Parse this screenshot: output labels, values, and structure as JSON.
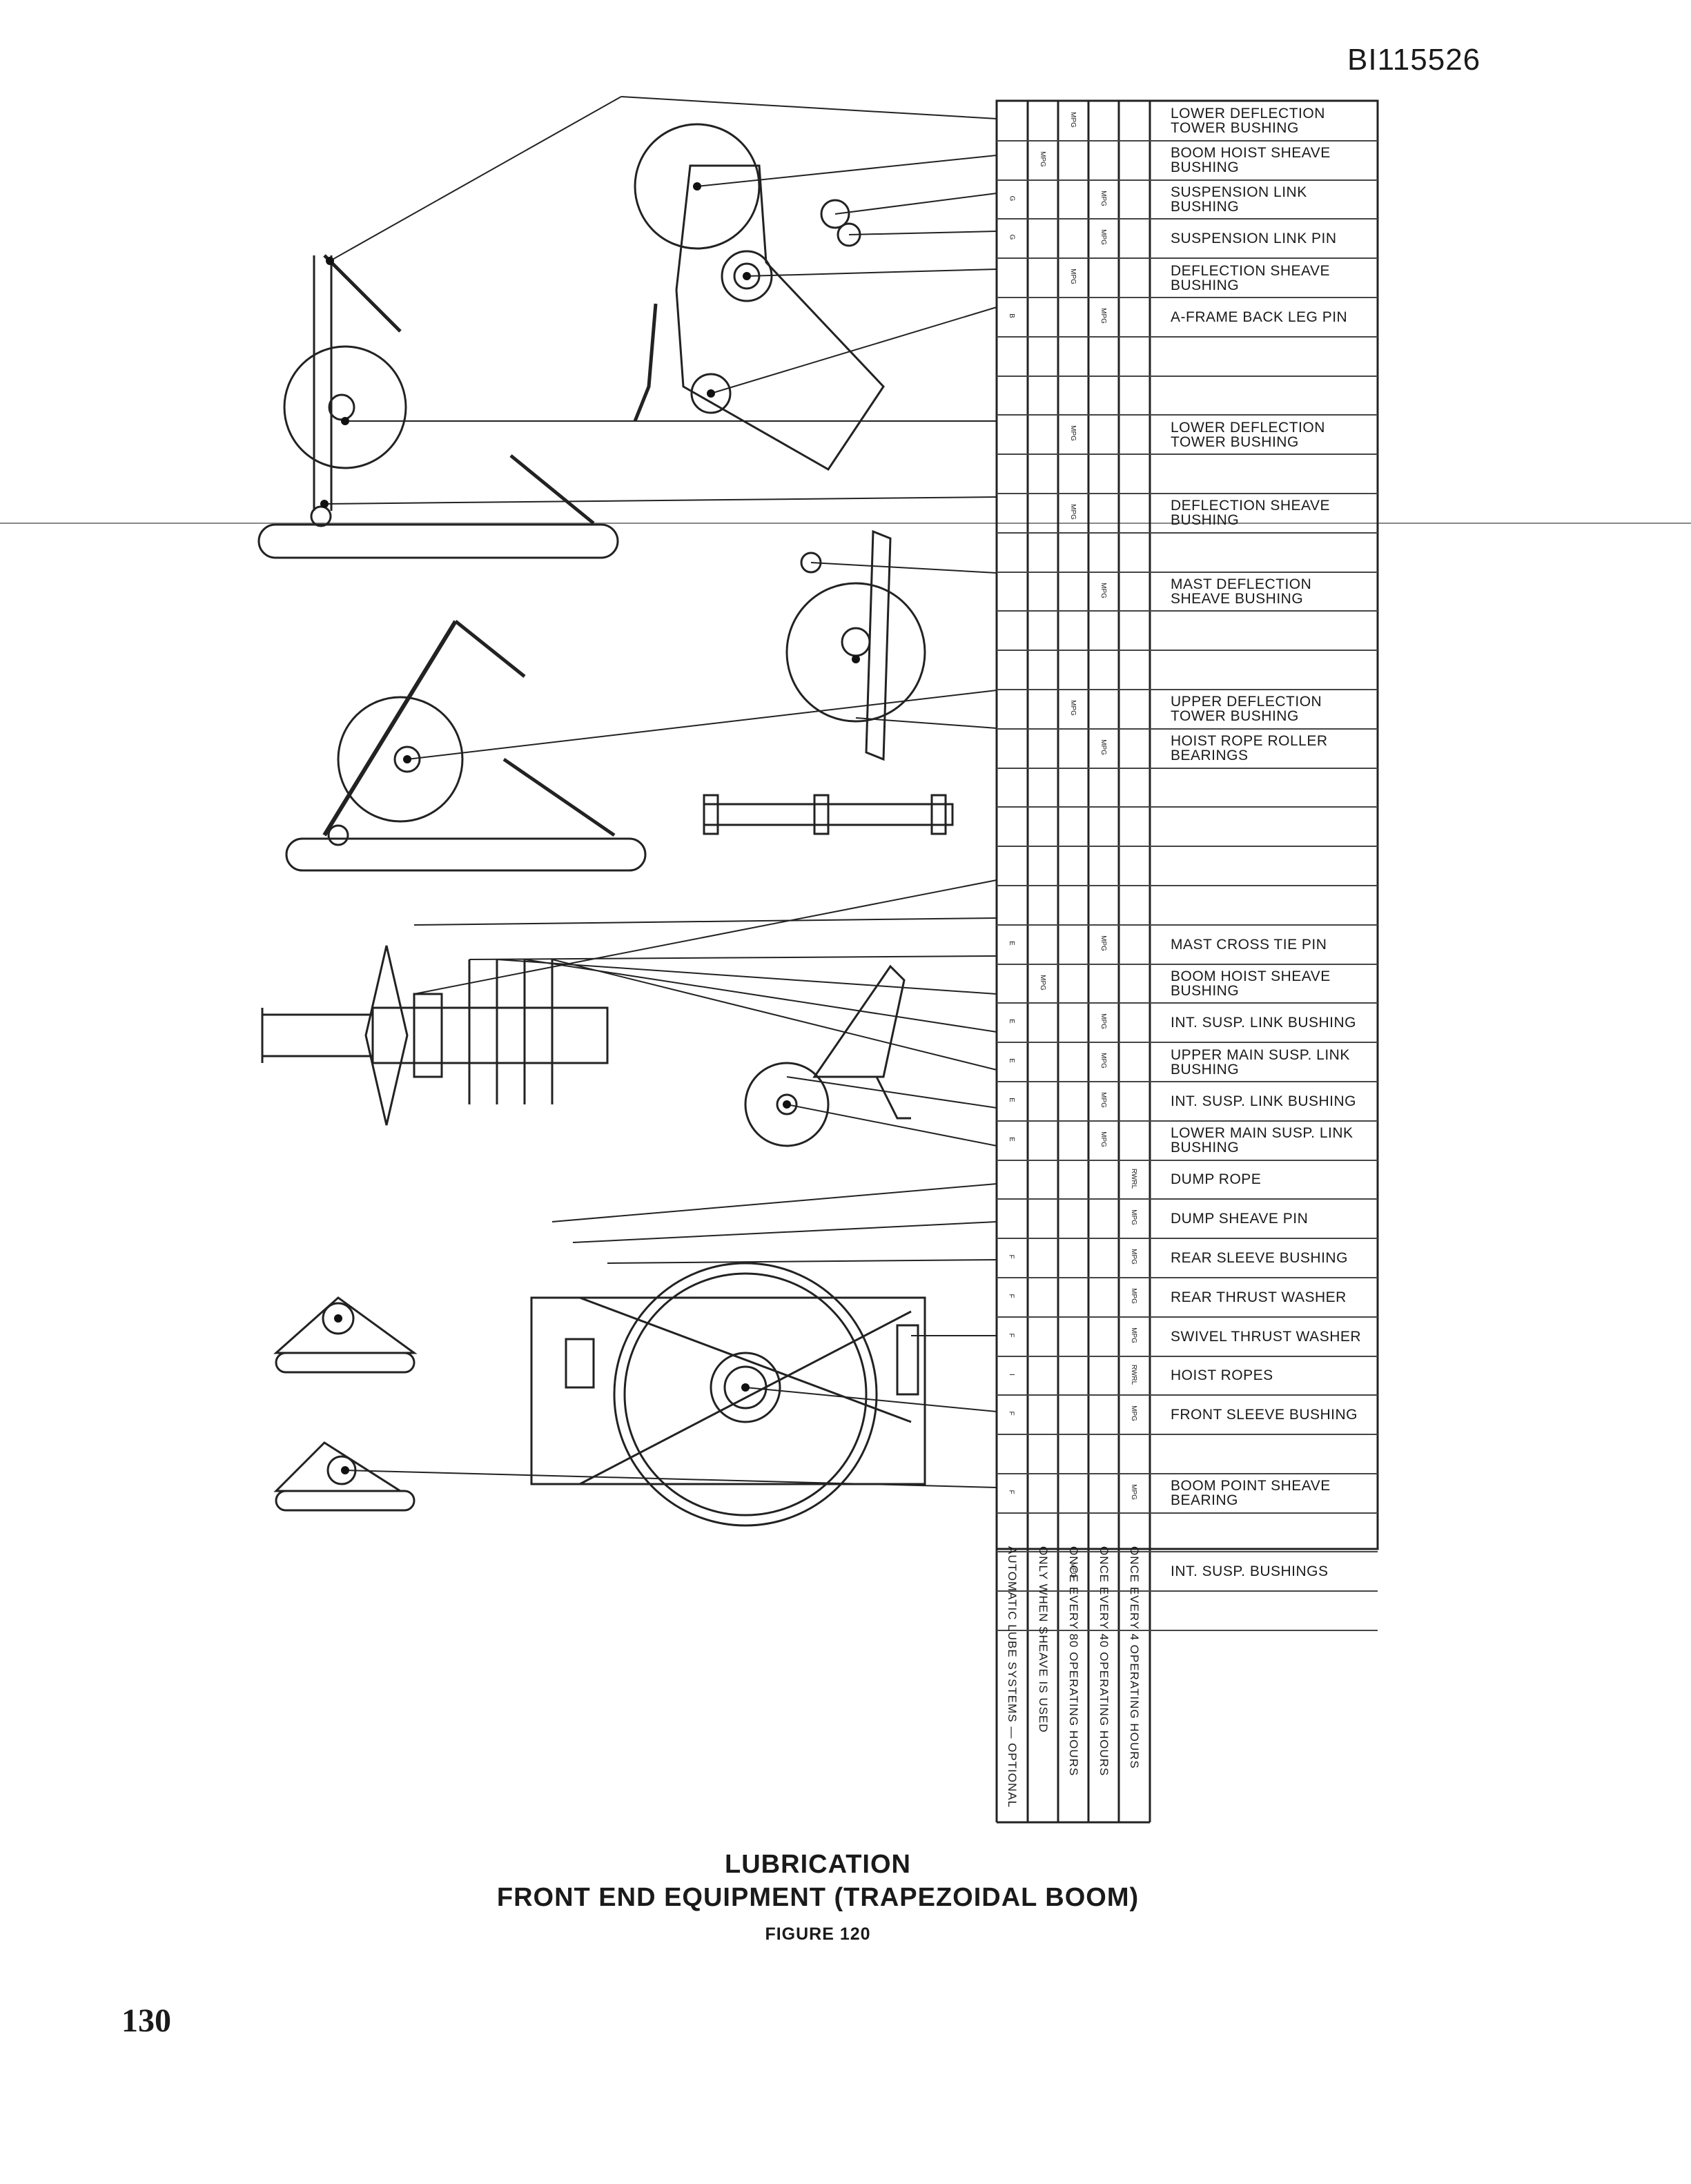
{
  "document": {
    "doc_id": "BI115526",
    "title_line1": "LUBRICATION",
    "title_line2": "FRONT END EQUIPMENT (TRAPEZOIDAL BOOM)",
    "figure": "FIGURE 120",
    "page_number": "130"
  },
  "frequency_columns": [
    {
      "key": "auto",
      "label": "AUTOMATIC LUBE SYSTEMS — OPTIONAL"
    },
    {
      "key": "sheave",
      "label": "ONLY WHEN SHEAVE IS USED"
    },
    {
      "key": "h80",
      "label": "ONCE EVERY 80 OPERATING HOURS"
    },
    {
      "key": "h40",
      "label": "ONCE EVERY 40 OPERATING HOURS"
    },
    {
      "key": "h4",
      "label": "ONCE EVERY 4 OPERATING HOURS"
    }
  ],
  "lube_rows": [
    {
      "label": "LOWER DEFLECTION\nTOWER BUSHING",
      "h80": "MPG"
    },
    {
      "label": "BOOM HOIST SHEAVE\nBUSHING",
      "sheave": "MPG"
    },
    {
      "label": "SUSPENSION LINK\nBUSHING",
      "auto": "G",
      "h40": "MPG"
    },
    {
      "label": "SUSPENSION LINK PIN",
      "auto": "G",
      "h40": "MPG"
    },
    {
      "label": "DEFLECTION SHEAVE\nBUSHING",
      "h80": "MPG"
    },
    {
      "label": "A-FRAME BACK LEG PIN",
      "auto": "B",
      "h40": "MPG"
    },
    {
      "label": ""
    },
    {
      "label": ""
    },
    {
      "label": "LOWER DEFLECTION\nTOWER BUSHING",
      "h80": "MPG"
    },
    {
      "label": ""
    },
    {
      "label": "DEFLECTION SHEAVE\nBUSHING",
      "h80": "MPG"
    },
    {
      "label": ""
    },
    {
      "label": "MAST DEFLECTION\nSHEAVE BUSHING",
      "h40": "MPG"
    },
    {
      "label": ""
    },
    {
      "label": ""
    },
    {
      "label": "UPPER DEFLECTION\nTOWER BUSHING",
      "h80": "MPG"
    },
    {
      "label": "HOIST ROPE ROLLER\nBEARINGS",
      "h40": "MPG"
    },
    {
      "label": ""
    },
    {
      "label": ""
    },
    {
      "label": ""
    },
    {
      "label": ""
    },
    {
      "label": "MAST CROSS TIE PIN",
      "auto": "E",
      "h40": "MPG"
    },
    {
      "label": "BOOM HOIST SHEAVE\nBUSHING",
      "sheave": "MPG"
    },
    {
      "label": "INT. SUSP. LINK BUSHING",
      "auto": "E",
      "h40": "MPG"
    },
    {
      "label": "UPPER MAIN SUSP. LINK\nBUSHING",
      "auto": "E",
      "h40": "MPG"
    },
    {
      "label": "INT. SUSP. LINK BUSHING",
      "auto": "E",
      "h40": "MPG"
    },
    {
      "label": "LOWER MAIN SUSP. LINK\nBUSHING",
      "auto": "E",
      "h40": "MPG"
    },
    {
      "label": "DUMP ROPE",
      "h4": "RWRL"
    },
    {
      "label": "DUMP SHEAVE PIN",
      "h4": "MPG"
    },
    {
      "label": "REAR SLEEVE BUSHING",
      "auto": "F",
      "h4": "MPG"
    },
    {
      "label": "REAR THRUST WASHER",
      "auto": "F",
      "h4": "MPG"
    },
    {
      "label": "SWIVEL THRUST WASHER",
      "auto": "F",
      "h4": "MPG"
    },
    {
      "label": "HOIST ROPES",
      "auto": "I",
      "h4": "RWRL"
    },
    {
      "label": "FRONT SLEEVE BUSHING",
      "auto": "F",
      "h4": "MPG"
    },
    {
      "label": ""
    },
    {
      "label": "BOOM POINT SHEAVE\nBEARING",
      "auto": "F",
      "h4": "MPG"
    },
    {
      "label": ""
    },
    {
      "label": "INT. SUSP. BUSHINGS",
      "h80": "MPG"
    },
    {
      "label": ""
    }
  ]
}
